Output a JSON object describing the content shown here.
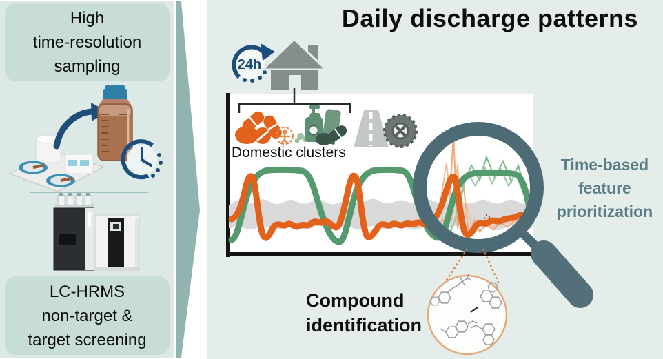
{
  "left_panel": {
    "top_box": [
      "High",
      "time-resolution",
      "sampling"
    ],
    "bottom_box": [
      "LC-HRMS",
      "non-target &",
      "target screening"
    ],
    "illustrations": [
      "wastewater-treatment-plant",
      "curved-arrow",
      "sample-bottle",
      "clock",
      "lc-hrms-instrument"
    ]
  },
  "divider": {
    "shape": "chevron-arrow-right"
  },
  "right_panel": {
    "title": "Daily discharge patterns",
    "clock_badge": "24h",
    "cluster_label": "Domestic clusters",
    "time_annotation": [
      "Time-based",
      "feature",
      "prioritization"
    ],
    "compound_annotation": [
      "Compound",
      "identification"
    ],
    "icons": [
      "24h-cycle",
      "house",
      "pharmaceuticals-orange",
      "person-outline",
      "personal-care-green",
      "road-gray",
      "tire-gray",
      "magnifying-glass",
      "molecule-structures"
    ]
  },
  "chart": {
    "type": "line-illustration",
    "series": [
      {
        "name": "domestic-cluster-orange",
        "color": "#e2621b"
      },
      {
        "name": "domestic-cluster-green",
        "color": "#55996e"
      },
      {
        "name": "background-band-gray",
        "color": "#d9d9d9"
      },
      {
        "name": "magnified-individual-features",
        "colors": [
          "#f2a878",
          "#7cbd8a"
        ]
      }
    ],
    "legend": "none",
    "axes_labels": "none"
  },
  "colors": {
    "accent_orange": "#e2621b",
    "accent_green": "#55996e",
    "magnifier_slate": "#4d6b75",
    "navy": "#1d4d7d",
    "panel_left_bg": "#dde9e6",
    "panel_right_bg": "#e4edea",
    "teal_box_bg": "#c8dcd8",
    "chevron": "#92b4b0",
    "gray_band": "#d9d9d9",
    "annotation_slate_text": "#5b7e86",
    "compound_ring": "#e9a878",
    "house_gray": "#858e8d"
  }
}
